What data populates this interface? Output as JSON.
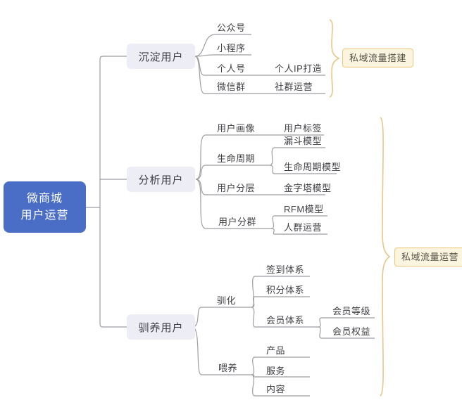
{
  "mindmap": {
    "root": {
      "lines": [
        "微商城",
        "用户运营"
      ]
    },
    "branches": [
      {
        "label": "沉淀用户",
        "children": [
          {
            "label": "公众号"
          },
          {
            "label": "小程序"
          },
          {
            "label": "个人号",
            "children": [
              {
                "label": "个人IP打造"
              }
            ]
          },
          {
            "label": "微信群",
            "children": [
              {
                "label": "社群运营"
              }
            ]
          }
        ],
        "callout": "私域流量搭建"
      },
      {
        "label": "分析用户",
        "children": [
          {
            "label": "用户画像",
            "children": [
              {
                "label": "用户标签"
              }
            ]
          },
          {
            "label": "生命周期",
            "children": [
              {
                "label": "漏斗模型"
              },
              {
                "label": "生命周期模型"
              }
            ]
          },
          {
            "label": "用户分层",
            "children": [
              {
                "label": "金字塔模型"
              }
            ]
          },
          {
            "label": "用户分群",
            "children": [
              {
                "label": "RFM模型"
              },
              {
                "label": "人群运营"
              }
            ]
          }
        ]
      },
      {
        "label": "驯养用户",
        "children": [
          {
            "label": "驯化",
            "children": [
              {
                "label": "签到体系"
              },
              {
                "label": "积分体系"
              },
              {
                "label": "会员体系",
                "children": [
                  {
                    "label": "会员等级"
                  },
                  {
                    "label": "会员权益"
                  }
                ]
              }
            ]
          },
          {
            "label": "喂养",
            "children": [
              {
                "label": "产品"
              },
              {
                "label": "服务"
              },
              {
                "label": "内容"
              }
            ]
          }
        ],
        "callout": "私域流量运营"
      }
    ],
    "colors": {
      "root_bg": "#4a6ec5",
      "root_text": "#ffffff",
      "branch_bg": "#ededf5",
      "text": "#3f4045",
      "line": "#9e9ea3",
      "brace": "#e9c687",
      "callout_bg": "#fbf4df",
      "callout_border": "#eec679",
      "callout_text": "#56554b"
    }
  }
}
